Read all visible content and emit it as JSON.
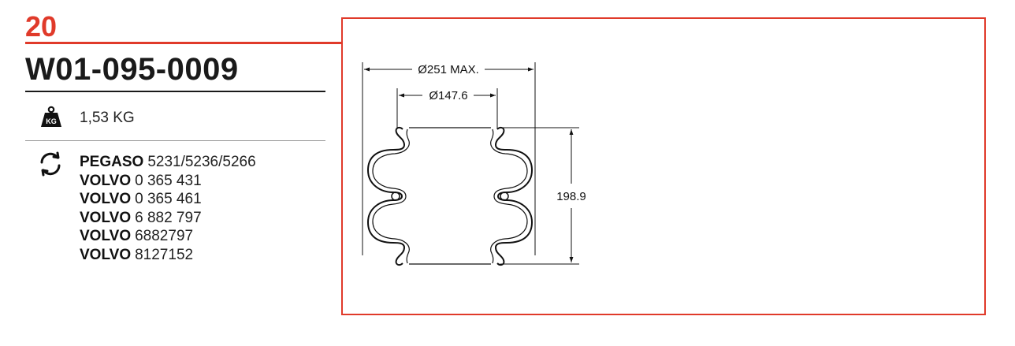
{
  "page": {
    "number": "20"
  },
  "product": {
    "part_number": "W01-095-0009",
    "weight": {
      "icon": "weight-kg-icon",
      "icon_text": "KG",
      "value": "1,53 KG"
    }
  },
  "cross_references": {
    "icon": "cycle-arrows-icon",
    "items": [
      {
        "brand": "PEGASO",
        "code": "5231/5236/5266"
      },
      {
        "brand": "VOLVO",
        "code": "0 365 431"
      },
      {
        "brand": "VOLVO",
        "code": "0 365 461"
      },
      {
        "brand": "VOLVO",
        "code": "6 882 797"
      },
      {
        "brand": "VOLVO",
        "code": "6882797"
      },
      {
        "brand": "VOLVO",
        "code": "8127152"
      }
    ]
  },
  "drawing": {
    "dim_max_diameter": "Ø251 MAX.",
    "dim_plate_diameter": "Ø147.6",
    "dim_height": "198.9"
  },
  "colors": {
    "accent": "#e03a2a",
    "text": "#1a1a1a"
  }
}
